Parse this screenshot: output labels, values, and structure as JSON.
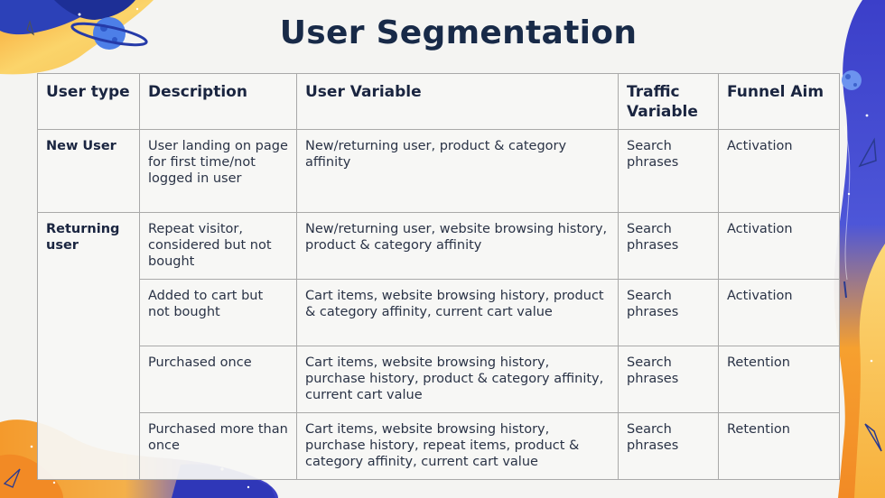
{
  "slide": {
    "title": "User Segmentation"
  },
  "table": {
    "headers": [
      "User type",
      "Description",
      "User Variable",
      "Traffic Variable",
      "Funnel Aim"
    ],
    "rows": [
      {
        "user_type": "New User",
        "description": "User landing on page for first time/not logged in user",
        "user_variable": "New/returning user, product & category affinity",
        "traffic_variable": "Search phrases",
        "funnel_aim": "Activation"
      },
      {
        "user_type": "Returning user",
        "description": "Repeat visitor, considered but not bought",
        "user_variable": "New/returning user, website browsing history, product & category affinity",
        "traffic_variable": "Search phrases",
        "funnel_aim": "Activation"
      },
      {
        "user_type": "",
        "description": "Added to cart but not bought",
        "user_variable": "Cart items, website browsing history, product & category affinity, current cart value",
        "traffic_variable": "Search phrases",
        "funnel_aim": "Activation"
      },
      {
        "user_type": "",
        "description": "Purchased once",
        "user_variable": "Cart items, website browsing history, purchase history, product & category affinity, current cart value",
        "traffic_variable": "Search phrases",
        "funnel_aim": "Retention"
      },
      {
        "user_type": "",
        "description": "Purchased more than once",
        "user_variable": "Cart items, website browsing history, purchase history, repeat items, product & category affinity, current cart value",
        "traffic_variable": "Search phrases",
        "funnel_aim": "Retention"
      }
    ]
  },
  "colors": {
    "title": "#182a48",
    "background": "#f4f4f2",
    "blob_blue": "#3a4fd0",
    "blob_orange": "#f7a534",
    "blob_yellow": "#fbd46a"
  },
  "decorations": [
    "planet-icon",
    "small-planet-icon",
    "sparkle-icon",
    "triangle-icon"
  ]
}
